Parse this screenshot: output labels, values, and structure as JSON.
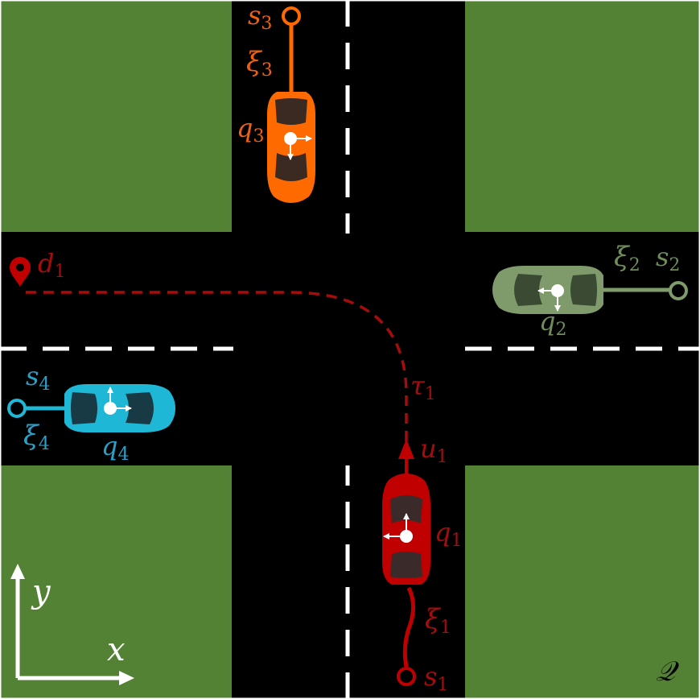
{
  "colors": {
    "grass": "#548235",
    "road": "#000000",
    "lane_mark": "#ffffff",
    "car1": "#c00000",
    "car1_label": "#a50d0d",
    "car2": "#7f9a6b",
    "car2_label": "#6f8c5b",
    "car3": "#ff6a00",
    "car3_label": "#f06010",
    "car4": "#1fb7d6",
    "car4_label": "#2aa0c8",
    "axis": "#ffffff"
  },
  "labels": {
    "s1": {
      "base": "s",
      "sub": "1"
    },
    "s2": {
      "base": "s",
      "sub": "2"
    },
    "s3": {
      "base": "s",
      "sub": "3"
    },
    "s4": {
      "base": "s",
      "sub": "4"
    },
    "xi1": {
      "base": "ξ",
      "sub": "1"
    },
    "xi2": {
      "base": "ξ",
      "sub": "2"
    },
    "xi3": {
      "base": "ξ",
      "sub": "3"
    },
    "xi4": {
      "base": "ξ",
      "sub": "4"
    },
    "q1": {
      "base": "q",
      "sub": "1"
    },
    "q2": {
      "base": "q",
      "sub": "2"
    },
    "q3": {
      "base": "q",
      "sub": "3"
    },
    "q4": {
      "base": "q",
      "sub": "4"
    },
    "d1": {
      "base": "d",
      "sub": "1"
    },
    "tau1": {
      "base": "τ",
      "sub": "1"
    },
    "u1": {
      "base": "u",
      "sub": "1"
    },
    "axis_x": "x",
    "axis_y": "y",
    "workspace": "𝒬"
  },
  "icons": {
    "destination": "map-pin-icon",
    "start": "ring-marker-icon"
  }
}
